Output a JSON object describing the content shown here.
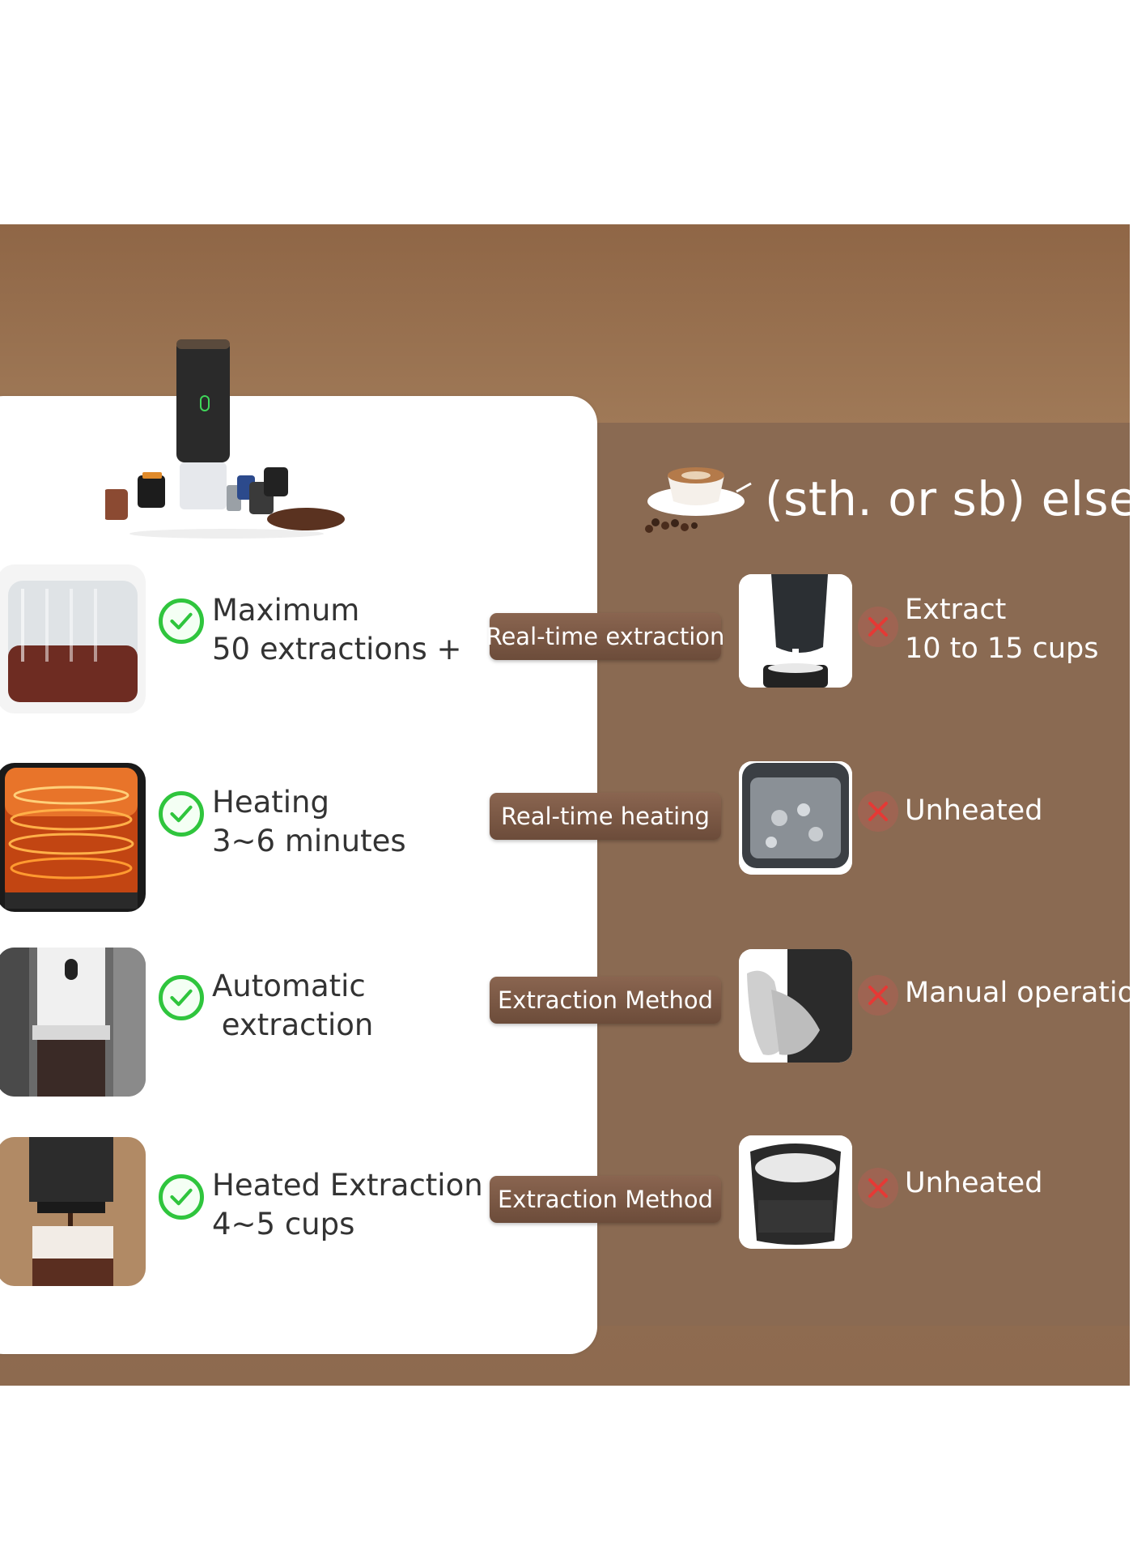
{
  "header": {
    "title": "(sth. or sb) else"
  },
  "features": [
    {
      "line1": "Maximum",
      "line2": "50 extractions +",
      "label": "Real-time extraction",
      "icon": "check-icon"
    },
    {
      "line1": "Heating",
      "line2": "3~6 minutes",
      "label": "Real-time heating",
      "icon": "check-icon"
    },
    {
      "line1": "Automatic",
      "line2": " extraction",
      "label": "Extraction Method",
      "icon": "check-icon"
    },
    {
      "line1": "Heated Extraction",
      "line2": "4~5 cups",
      "label": "Extraction Method",
      "icon": "check-icon"
    }
  ],
  "comparisons": [
    {
      "line1": "Extract",
      "line2": "10 to 15 cups",
      "icon": "x-icon"
    },
    {
      "line1": "Unheated",
      "line2": "",
      "icon": "x-icon"
    },
    {
      "line1": "Manual operatio",
      "line2": "",
      "icon": "x-icon"
    },
    {
      "line1": "Unheated",
      "line2": "",
      "icon": "x-icon"
    }
  ],
  "colors": {
    "banner": "#9a7455",
    "check": "#2fc53d",
    "cross": "#e53935",
    "pill": "#7a5845"
  }
}
